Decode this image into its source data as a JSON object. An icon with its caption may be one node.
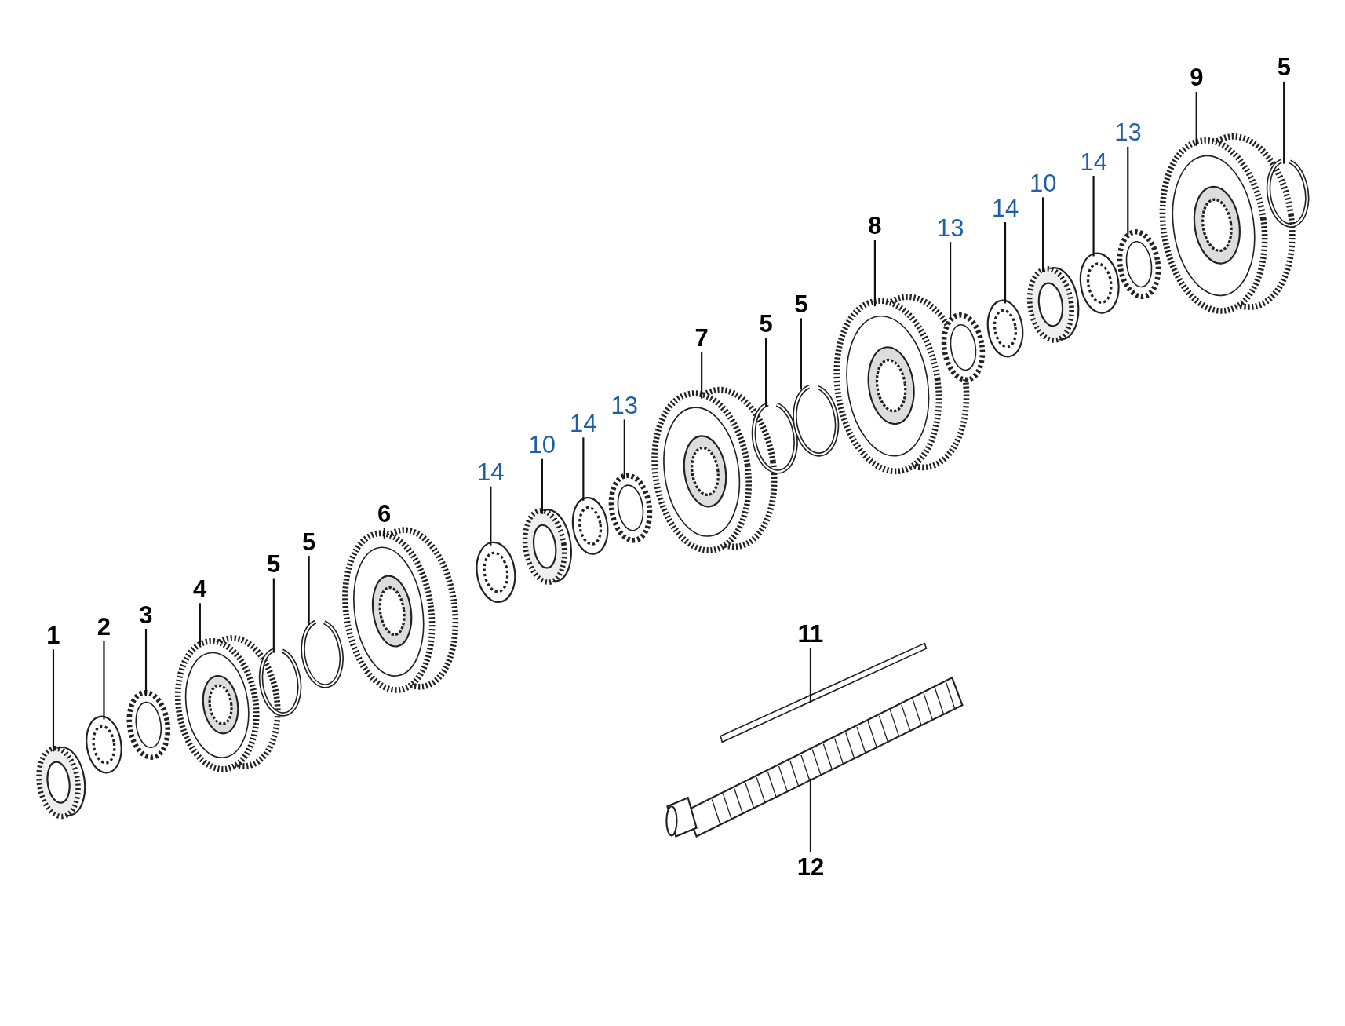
{
  "diagram": {
    "nodes": [
      {
        "text": [
          "1"
        ]
      },
      {
        "text": [
          "2"
        ]
      },
      {
        "text": [
          "3"
        ]
      },
      {
        "text": [
          "4"
        ]
      },
      {
        "text": [
          "5"
        ]
      },
      {
        "text": [
          "5"
        ]
      },
      {
        "text": [
          "6"
        ]
      },
      {
        "text": [
          "14"
        ]
      },
      {
        "text": [
          "10"
        ]
      },
      {
        "text": [
          "14"
        ]
      },
      {
        "text": [
          "13"
        ]
      },
      {
        "text": [
          "7"
        ]
      },
      {
        "text": [
          "5"
        ]
      },
      {
        "text": [
          "5"
        ]
      },
      {
        "text": [
          "8"
        ]
      },
      {
        "text": [
          "13"
        ]
      },
      {
        "text": [
          "14"
        ]
      },
      {
        "text": [
          "10"
        ]
      },
      {
        "text": [
          "14"
        ]
      },
      {
        "text": [
          "13"
        ]
      },
      {
        "text": [
          "9"
        ]
      },
      {
        "text": [
          "5"
        ]
      },
      {
        "text": [
          "11"
        ]
      },
      {
        "text": [
          "12"
        ]
      },
      {
        "text": [],
        "shape": "picture"
      },
      {
        "text": [],
        "shape": "picture"
      },
      {
        "text": [],
        "shape": "picture"
      },
      {
        "text": [],
        "shape": "picture"
      },
      {
        "text": [],
        "shape": "picture"
      },
      {
        "text": [],
        "shape": "picture"
      },
      {
        "text": [],
        "shape": "picture"
      },
      {
        "text": [],
        "shape": "picture"
      },
      {
        "text": [],
        "shape": "picture"
      },
      {
        "text": [],
        "shape": "picture"
      },
      {
        "text": [],
        "shape": "picture"
      },
      {
        "text": [],
        "shape": "picture"
      },
      {
        "text": [],
        "shape": "picture"
      },
      {
        "text": [],
        "shape": "picture"
      },
      {
        "text": [],
        "shape": "picture"
      },
      {
        "text": [],
        "shape": "picture"
      },
      {
        "text": [],
        "shape": "picture"
      },
      {
        "text": [],
        "shape": "picture"
      },
      {
        "text": [],
        "shape": "picture"
      },
      {
        "text": [],
        "shape": "picture"
      },
      {
        "text": [],
        "shape": "picture"
      },
      {
        "text": [],
        "shape": "picture"
      },
      {
        "text": [],
        "shape": "picture"
      },
      {
        "text": [],
        "shape": "picture"
      }
    ],
    "edges": [
      {
        "from": 0,
        "to": 24,
        "arrow": "none"
      },
      {
        "from": 1,
        "to": 25,
        "arrow": "none"
      },
      {
        "from": 2,
        "to": 26,
        "arrow": "none"
      },
      {
        "from": 3,
        "to": 27,
        "arrow": "none"
      },
      {
        "from": 4,
        "to": 28,
        "arrow": "none"
      },
      {
        "from": 5,
        "to": 29,
        "arrow": "none"
      },
      {
        "from": 6,
        "to": 30,
        "arrow": "none"
      },
      {
        "from": 7,
        "to": 31,
        "arrow": "none"
      },
      {
        "from": 8,
        "to": 32,
        "arrow": "none"
      },
      {
        "from": 9,
        "to": 33,
        "arrow": "none"
      },
      {
        "from": 10,
        "to": 34,
        "arrow": "none"
      },
      {
        "from": 11,
        "to": 35,
        "arrow": "none"
      },
      {
        "from": 12,
        "to": 36,
        "arrow": "none"
      },
      {
        "from": 13,
        "to": 37,
        "arrow": "none"
      },
      {
        "from": 14,
        "to": 38,
        "arrow": "none"
      },
      {
        "from": 15,
        "to": 39,
        "arrow": "none"
      },
      {
        "from": 16,
        "to": 40,
        "arrow": "none"
      },
      {
        "from": 17,
        "to": 41,
        "arrow": "none"
      },
      {
        "from": 18,
        "to": 42,
        "arrow": "none"
      },
      {
        "from": 19,
        "to": 43,
        "arrow": "none"
      },
      {
        "from": 20,
        "to": 44,
        "arrow": "none"
      },
      {
        "from": 21,
        "to": 45,
        "arrow": "none"
      },
      {
        "from": 22,
        "to": 47,
        "arrow": "none"
      },
      {
        "from": 23,
        "to": 46,
        "arrow": "none"
      }
    ]
  }
}
